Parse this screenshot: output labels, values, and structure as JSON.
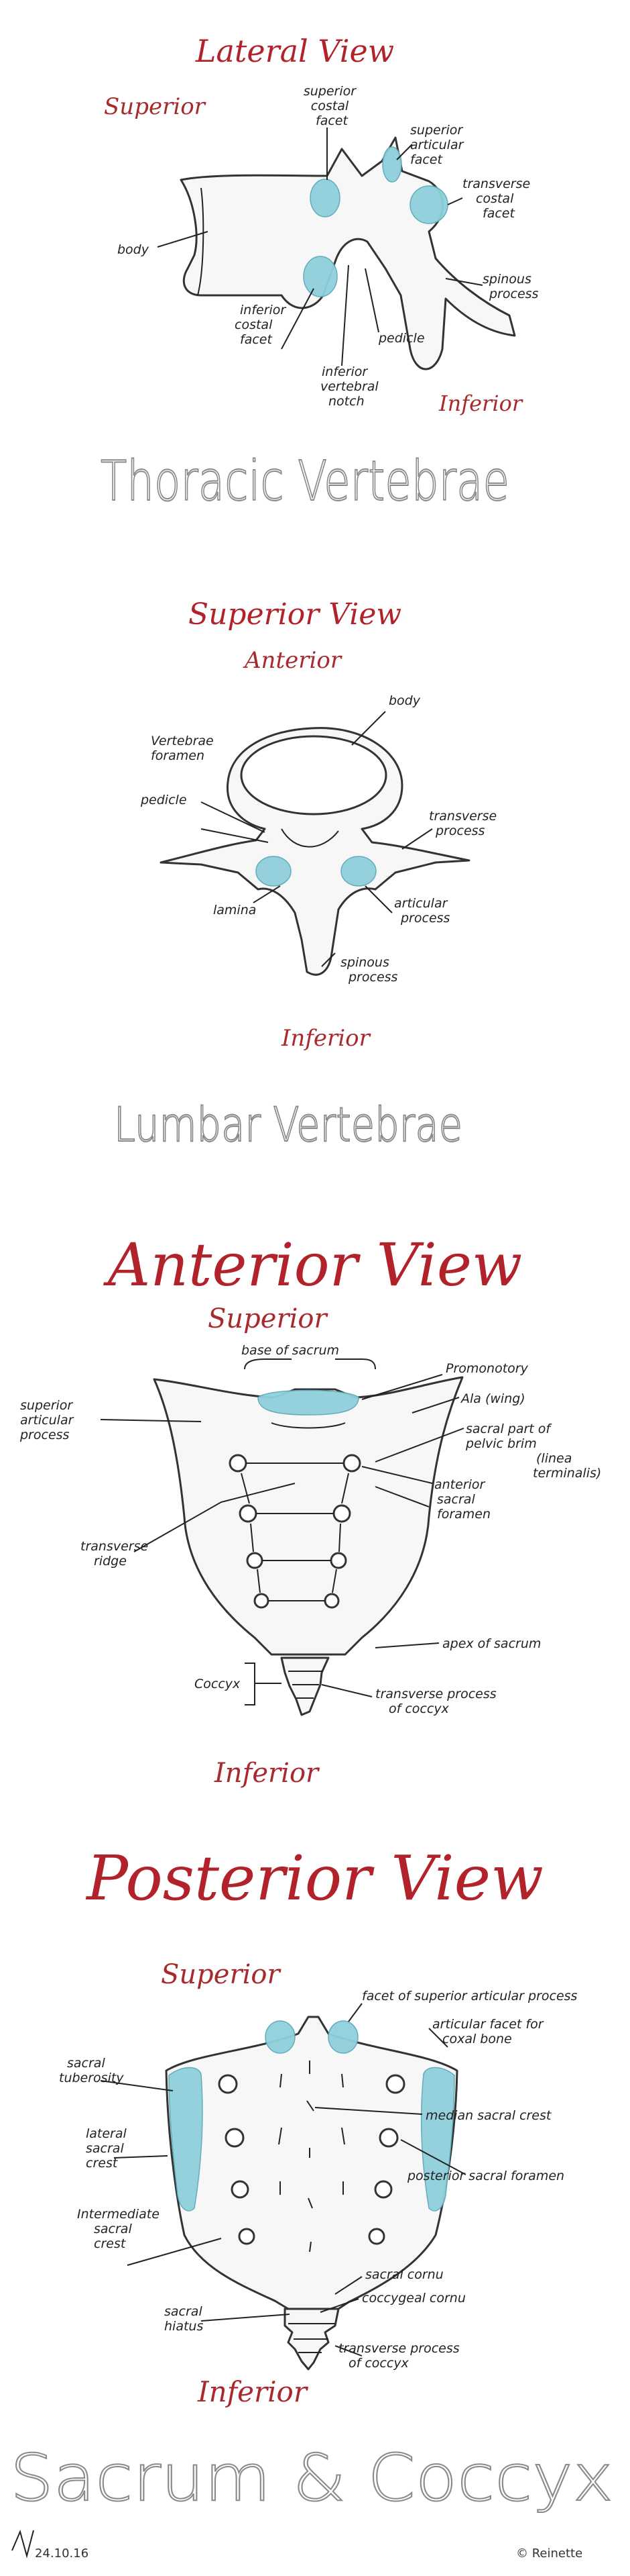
{
  "lateral": {
    "title": "Lateral View",
    "superior": "Superior",
    "inferior": "Inferior",
    "labels": {
      "superior_costal_facet": [
        "superior",
        "costal",
        "facet"
      ],
      "superior_articular_facet": [
        "superior",
        "articular",
        "facet"
      ],
      "transverse_costal_facet": [
        "transverse",
        "costal",
        "facet"
      ],
      "body": [
        "body"
      ],
      "spinous_process": [
        "spinous",
        "process"
      ],
      "inferior_costal_facet": [
        "inferior",
        "costal",
        "facet"
      ],
      "pedicle": [
        "pedicle"
      ],
      "inferior_vertebral_notch": [
        "inferior",
        "vertebral",
        "notch"
      ]
    },
    "caption": "Thoracic Vertebrae"
  },
  "superior_view": {
    "title": "Superior View",
    "anterior": "Anterior",
    "inferior": "Inferior",
    "labels": {
      "body": [
        "body"
      ],
      "vertebrae_foramen": [
        "Vertebrae",
        "foramen"
      ],
      "pedicle": [
        "pedicle"
      ],
      "transverse_process": [
        "transverse",
        "process"
      ],
      "lamina": [
        "lamina"
      ],
      "articular_process": [
        "articular",
        "process"
      ],
      "spinous_process": [
        "spinous",
        "process"
      ]
    },
    "caption": "Lumbar Vertebrae"
  },
  "anterior_view": {
    "title": "Anterior View",
    "superior": "Superior",
    "inferior": "Inferior",
    "labels": {
      "base_of_sacrum": [
        "base of sacrum"
      ],
      "promonotory": [
        "Promonotory"
      ],
      "ala": [
        "Ala (wing)"
      ],
      "superior_articular_process": [
        "superior",
        "articular",
        "process"
      ],
      "sacral_part_pelvic_brim": [
        "sacral part of",
        "pelvic brim",
        "(linea",
        "terminalis)"
      ],
      "anterior_sacral_foramen": [
        "anterior",
        "sacral",
        "foramen"
      ],
      "transverse_ridge": [
        "transverse",
        "ridge"
      ],
      "apex_of_sacrum": [
        "apex of sacrum"
      ],
      "coccyx": [
        "Coccyx"
      ],
      "transverse_process_coccyx": [
        "transverse process",
        "of coccyx"
      ]
    }
  },
  "posterior_view": {
    "title": "Posterior View",
    "superior": "Superior",
    "inferior": "Inferior",
    "labels": {
      "facet_superior_articular": [
        "facet of superior articular process"
      ],
      "articular_facet_coxal": [
        "articular facet for",
        "coxal bone"
      ],
      "sacral_tuberosity": [
        "sacral",
        "tuberosity"
      ],
      "median_sacral_crest": [
        "median sacral crest"
      ],
      "lateral_sacral_crest": [
        "lateral",
        "sacral",
        "crest"
      ],
      "posterior_sacral_foramen": [
        "posterior sacral foramen"
      ],
      "intermediate_sacral_crest": [
        "Intermediate",
        "sacral",
        "crest"
      ],
      "sacral_cornu": [
        "sacral cornu"
      ],
      "coccygeal_cornu": [
        "coccygeal cornu"
      ],
      "sacral_hiatus": [
        "sacral",
        "hiatus"
      ],
      "transverse_process_coccyx": [
        "transverse process",
        "of coccyx"
      ]
    }
  },
  "caption_sacrum": "Sacrum & Coccyx",
  "signature": "24.10.16",
  "credit": "© Reinette",
  "colors": {
    "title_red": "#b2222a",
    "facet_blue": "#8fd0dc",
    "caption_gray": "#8a8a8a"
  }
}
